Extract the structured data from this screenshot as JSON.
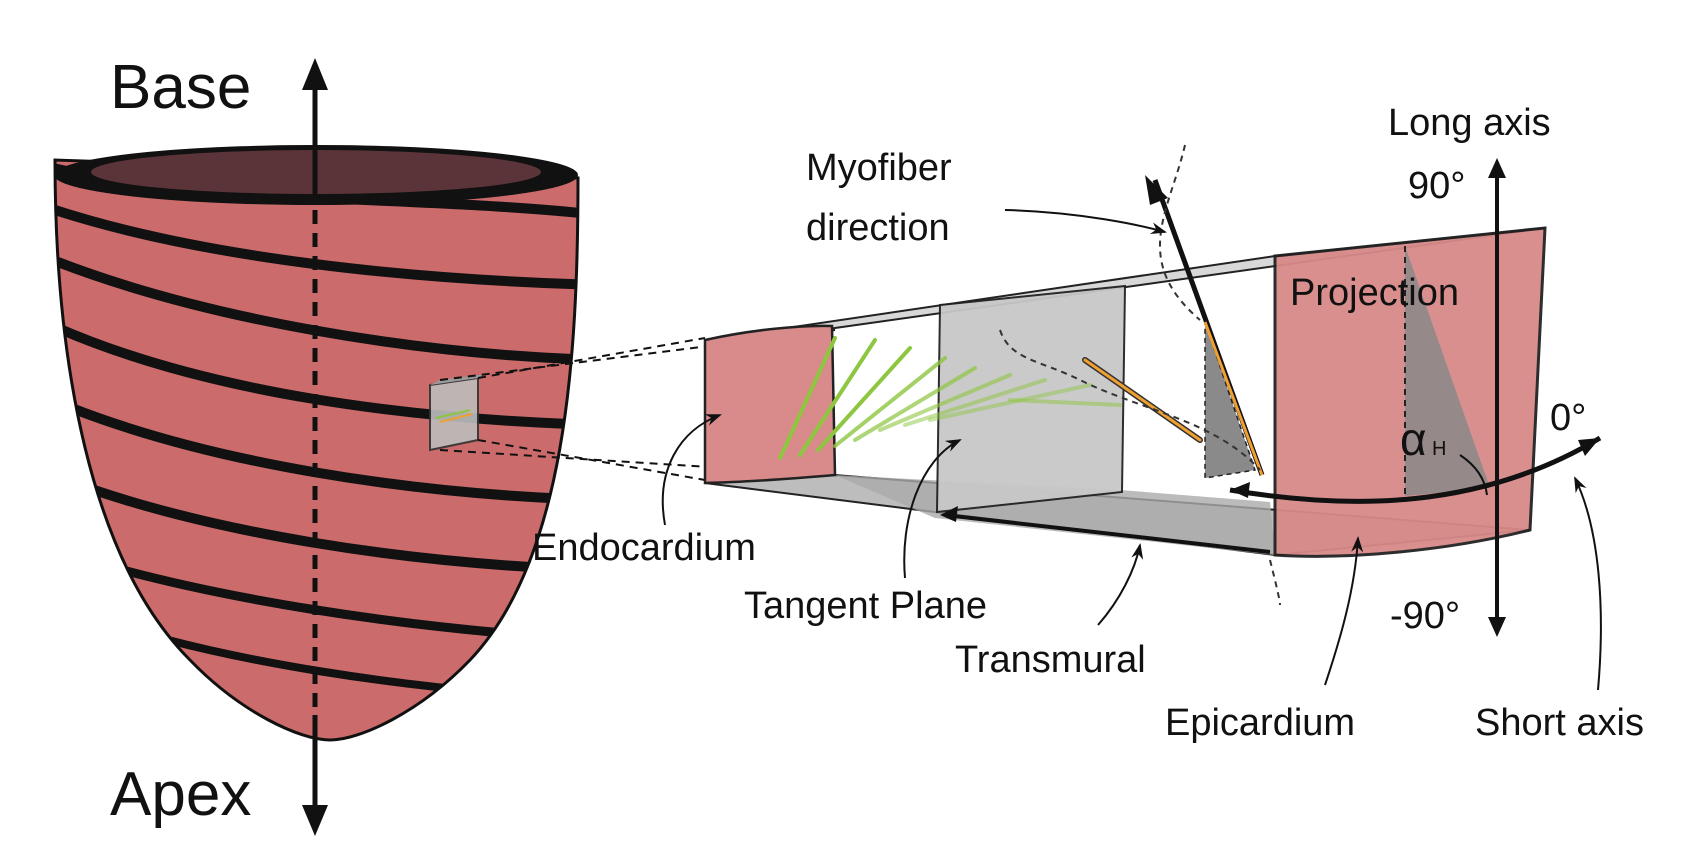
{
  "labels": {
    "base": "Base",
    "apex": "Apex",
    "myofiber_line1": "Myofiber",
    "myofiber_line2": "direction",
    "long_axis": "Long axis",
    "deg_90": "90°",
    "deg_0": "0°",
    "deg_neg90": "-90°",
    "projection": "Projection",
    "alpha": "α",
    "alpha_sub": "H",
    "endocardium": "Endocardium",
    "tangent_plane": "Tangent Plane",
    "transmural": "Transmural",
    "epicardium": "Epicardium",
    "short_axis": "Short axis"
  },
  "colors": {
    "muscle": "#cc6b6b",
    "muscle_light": "#dc9a9a",
    "fiber_green": "#8dc63f",
    "fiber_orange": "#f0a030",
    "plane_gray": "#c8c8c8",
    "dark_gray": "#7a7a7a",
    "ink": "#111111"
  }
}
